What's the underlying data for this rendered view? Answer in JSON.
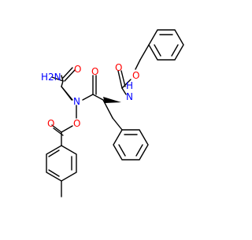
{
  "molecule": {
    "atom_labels": {
      "amide_n": "H2N",
      "amide_o": "O",
      "carbamate_o_double": "O",
      "carbamate_o_single": "O",
      "carbamate_nh": "H",
      "carbamate_n": "N",
      "central_n": "N",
      "phe_o": "O",
      "nox_o": "O",
      "ester_o": "O"
    },
    "colors": {
      "bond": "#000000",
      "oxygen": "#ff0000",
      "nitrogen": "#0000ff"
    }
  }
}
